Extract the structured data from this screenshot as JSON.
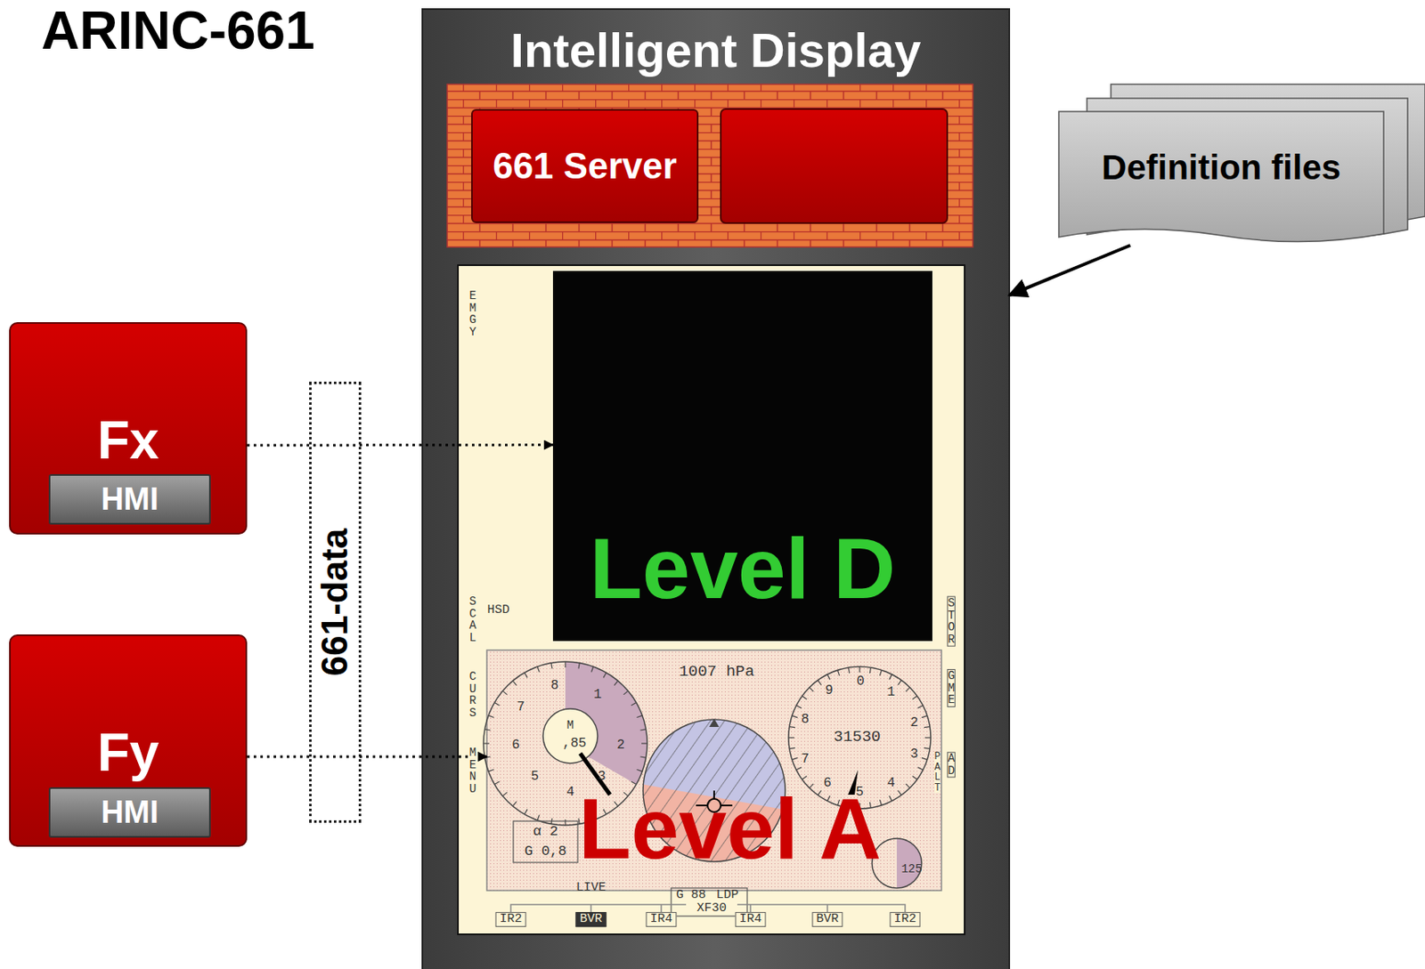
{
  "diagram": {
    "title": "ARINC-661",
    "nodes": [
      {
        "text": [
          "Intelligent Display"
        ]
      },
      {
        "text": [
          "661 Server"
        ],
        "in": 0
      },
      {
        "text": [
          "Level D"
        ],
        "in": 0
      },
      {
        "text": [
          "Level A"
        ],
        "in": 0
      },
      {
        "text": [
          "Definition files"
        ]
      },
      {
        "text": [
          "Fx"
        ]
      },
      {
        "text": [
          "HMI"
        ],
        "in": 5
      },
      {
        "text": [
          "Fy"
        ]
      },
      {
        "text": [
          "HMI"
        ],
        "in": 7
      },
      {
        "text": [
          "661-data"
        ]
      }
    ],
    "edges": [
      {
        "from": 5,
        "to": 2,
        "arrow": "to"
      },
      {
        "from": 7,
        "to": 3,
        "arrow": "to"
      },
      {
        "from": 4,
        "to": 0,
        "arrow": "to"
      }
    ],
    "labels": [
      "EMGY",
      "SCAL",
      "HSD",
      "CURS",
      "MENU",
      "STOR",
      "GME",
      "AD",
      "PALT",
      "1007 hPa",
      "M",
      ",85",
      "8",
      "1",
      "7",
      "2",
      "6",
      "3",
      "5",
      "4",
      "31530",
      "9",
      "0",
      "1",
      "8",
      "2",
      "7",
      "3",
      "6",
      "5",
      "4",
      "125",
      "α 2",
      "G 0,8",
      "LIVE",
      "G 88",
      "LDP",
      "XF30",
      "IR2",
      "BVR",
      "IR4",
      "IR4",
      "BVR",
      "IR2"
    ]
  }
}
